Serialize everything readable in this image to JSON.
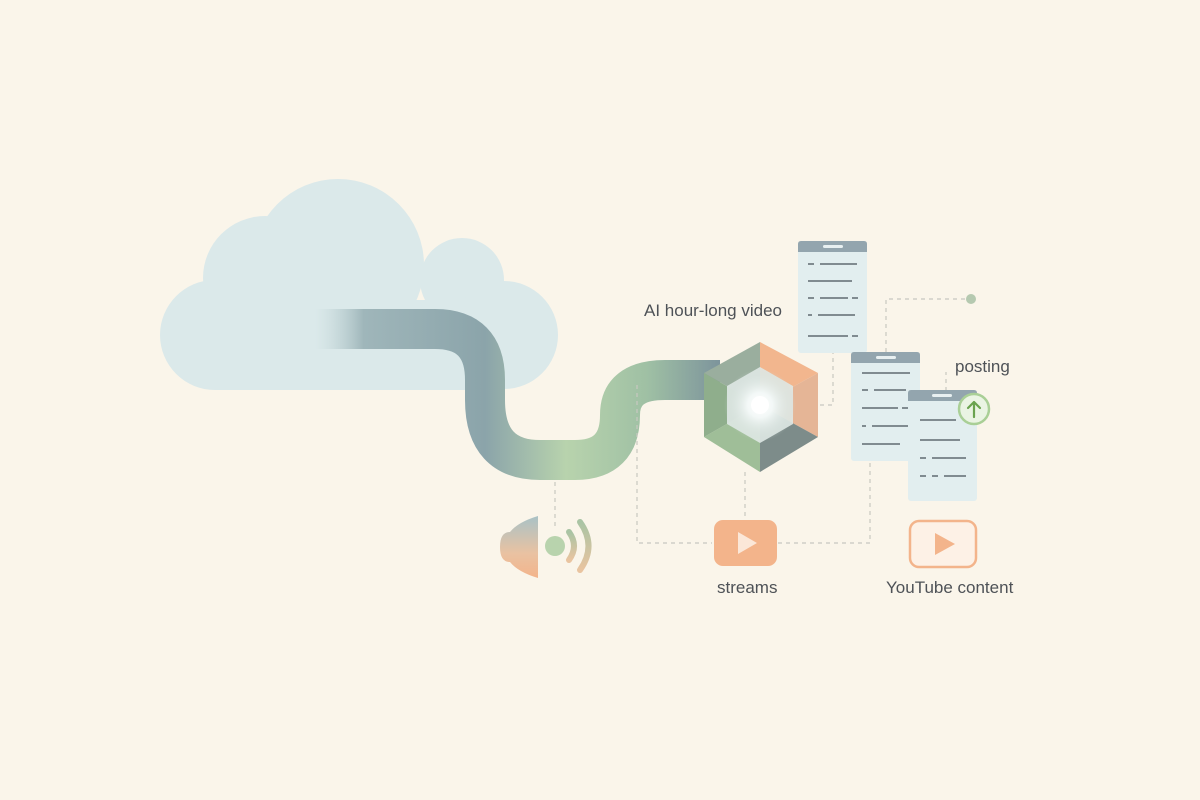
{
  "labels": {
    "ai_video": "AI hour-long video",
    "posting": "posting",
    "streams": "streams",
    "youtube": "YouTube content"
  },
  "colors": {
    "background": "#faf5ea",
    "cloud": "#dbe9ea",
    "ribbon_slate": "#8ba4aa",
    "ribbon_green": "#b8d3ad",
    "accent_orange": "#f3b48b",
    "doc_header": "#93a5ae",
    "doc_body": "#e2eeef",
    "upload_green": "#8fbc7a",
    "text": "#4e5257",
    "dashed_line": "#c8c8c0"
  },
  "icons": [
    "cloud-icon",
    "speaker-icon",
    "hexagon-processor-icon",
    "document-icon",
    "upload-icon",
    "play-button-icon"
  ]
}
